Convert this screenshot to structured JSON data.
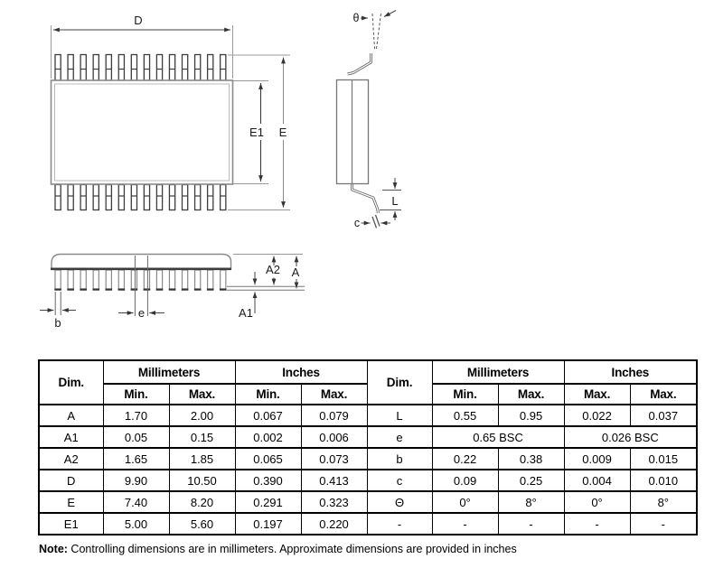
{
  "drawing": {
    "pins_per_side": 14,
    "labels": {
      "D": "D",
      "E1": "E1",
      "E": "E",
      "theta": "θ",
      "L": "L",
      "c": "c",
      "A2": "A2",
      "A": "A",
      "A1": "A1",
      "b": "b",
      "e": "e"
    }
  },
  "table": {
    "headers": {
      "dim": "Dim.",
      "millimeters": "Millimeters",
      "inches": "Inches",
      "sub_left": [
        "Min.",
        "Max.",
        "Min.",
        "Max."
      ],
      "sub_right": [
        "Min.",
        "Max.",
        "Max.",
        "Max."
      ]
    },
    "rows": {
      "r0": {
        "c": [
          "A",
          "1.70",
          "2.00",
          "0.067",
          "0.079",
          "L",
          "0.55",
          "0.95",
          "0.022",
          "0.037"
        ]
      },
      "r1": {
        "c": [
          "A1",
          "0.05",
          "0.15",
          "0.002",
          "0.006",
          "e"
        ],
        "mm_span": "0.65 BSC",
        "in_span": "0.026 BSC"
      },
      "r2": {
        "c": [
          "A2",
          "1.65",
          "1.85",
          "0.065",
          "0.073",
          "b",
          "0.22",
          "0.38",
          "0.009",
          "0.015"
        ]
      },
      "r3": {
        "c": [
          "D",
          "9.90",
          "10.50",
          "0.390",
          "0.413",
          "c",
          "0.09",
          "0.25",
          "0.004",
          "0.010"
        ]
      },
      "r4": {
        "c": [
          "E",
          "7.40",
          "8.20",
          "0.291",
          "0.323",
          "Θ",
          "0°",
          "8°",
          "0°",
          "8°"
        ]
      },
      "r5": {
        "c": [
          "E1",
          "5.00",
          "5.60",
          "0.197",
          "0.220",
          "-",
          "-",
          "-",
          "-",
          "-"
        ]
      }
    }
  },
  "note": {
    "label": "Note:",
    "text": " Controlling dimensions are in millimeters. Approximate dimensions are provided in inches"
  },
  "colors": {
    "body_outline": "#8a8a8a",
    "body_inner": "#b8b8b8",
    "pin_stroke": "#3d3d3d",
    "dim_line": "#444444",
    "ext_line": "#999999",
    "table_border": "#000000"
  }
}
